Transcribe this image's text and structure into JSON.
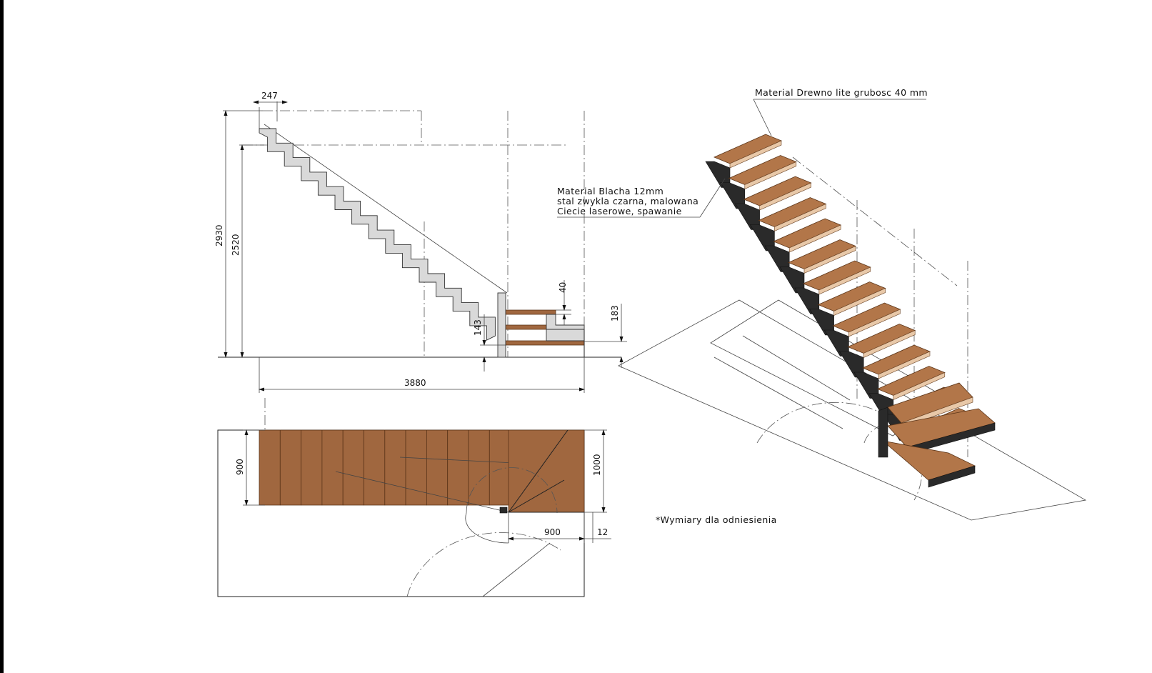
{
  "side_view": {
    "dimensions": {
      "top_step_width": "247",
      "total_height": "2930",
      "flight_height": "2520",
      "total_length": "3880",
      "tread_thickness": "40",
      "lower_step_height": "143",
      "winder_height": "183"
    }
  },
  "plan_view": {
    "dimensions": {
      "stair_width": "900",
      "landing_width": "1000",
      "landing_length": "900",
      "plate_thickness": "12"
    }
  },
  "annotations": {
    "wood_material": "Material Drewno lite grubosc 40 mm",
    "steel_material": [
      "Material Blacha 12mm",
      "stal zwykla czarna, malowana",
      "Ciecie laserowe, spawanie"
    ],
    "reference_note": "*Wymiary dla odniesienia"
  },
  "colors": {
    "wood": "#a0673f",
    "steel": "#d9d9d9",
    "frame": "#000000"
  }
}
